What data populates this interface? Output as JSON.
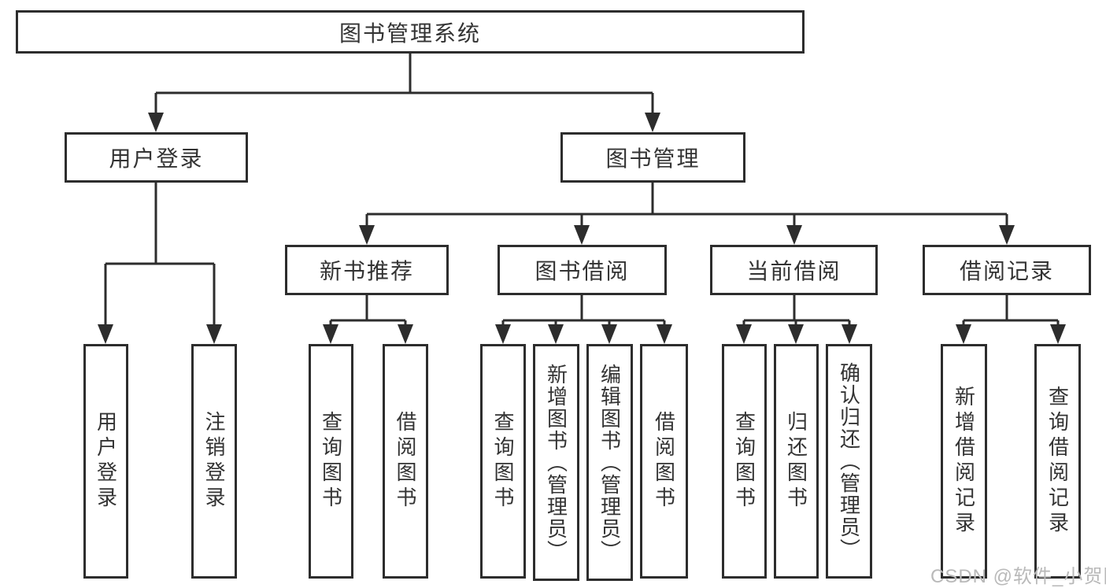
{
  "diagram": {
    "root": {
      "label": "图书管理系统"
    },
    "level2": [
      {
        "label": "用户登录"
      },
      {
        "label": "图书管理"
      }
    ],
    "level3": [
      {
        "label": "新书推荐"
      },
      {
        "label": "图书借阅"
      },
      {
        "label": "当前借阅"
      },
      {
        "label": "借阅记录"
      }
    ],
    "leaves": {
      "user_login": [
        "用户登录",
        "注销登录"
      ],
      "new_books": [
        "查询图书",
        "借阅图书"
      ],
      "book_borrow": [
        "查询图书",
        "新增图书（管理员）",
        "编辑图书（管理员）",
        "借阅图书"
      ],
      "current_borrow": [
        "查询图书",
        "归还图书",
        "确认归还（管理员）"
      ],
      "borrow_records": [
        "新增借阅记录",
        "查询借阅记录"
      ]
    },
    "line_color": "#2d2d2d"
  },
  "watermark": {
    "text": "CSDN @软件_小贺同学",
    "color": "#b9b9b9"
  }
}
